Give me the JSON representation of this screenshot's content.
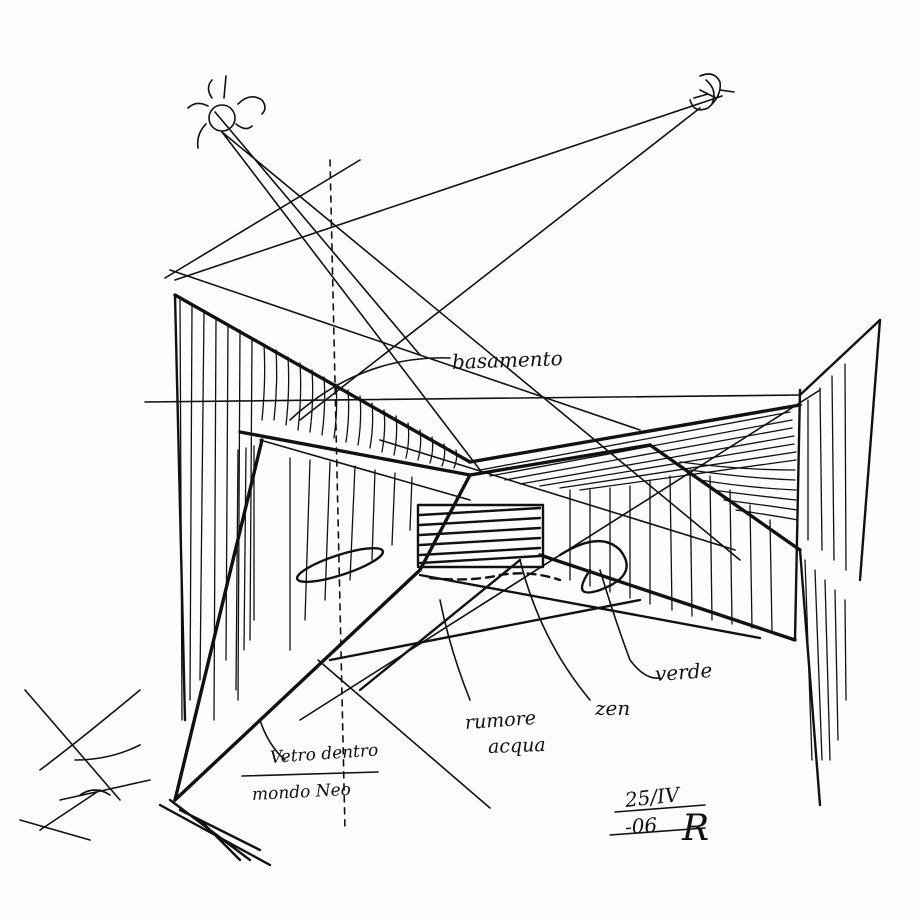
{
  "annotations": {
    "bastimento": "basamento",
    "verde": "verde",
    "zen": "zen",
    "rumore_acqua_1": "rumore",
    "rumore_acqua_2": "acqua",
    "vetro_1": "Vetro dentro",
    "vetro_2": "mondo Neo",
    "date_1": "25/IV",
    "date_2": "-06",
    "signature": "R"
  },
  "icons": [
    "sun-icon",
    "moon-icon"
  ],
  "colors": {
    "ink": "#111111",
    "paper": "#fdfdfb"
  }
}
